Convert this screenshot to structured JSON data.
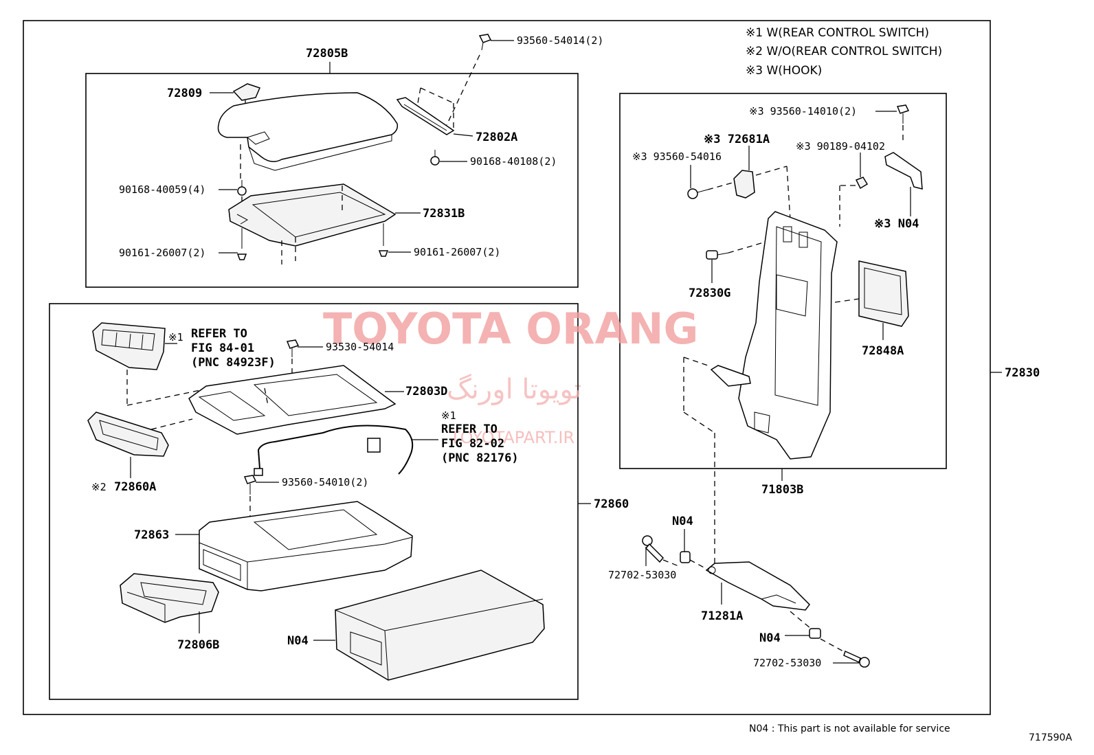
{
  "legend": [
    "※1 W(REAR CONTROL SWITCH)",
    "※2 W/O(REAR CONTROL SWITCH)",
    "※3 W(HOOK)"
  ],
  "watermark": {
    "brand": "TOYOTA ORANG",
    "persian": "تویوتا اورنگ",
    "url": "TOYOTAPART.IR"
  },
  "groups": {
    "lid_assembly": "72805B",
    "lower_assembly": "72860",
    "main_assembly": "72830",
    "frame_assembly": "71803B"
  },
  "parts": {
    "screw_top": "93560-54014(2)",
    "lid_hinge_cover": "72809",
    "hinge": "72802A",
    "bolt_hinge": "90168-40108(2)",
    "bolt_lid": "90168-40059(4)",
    "lid_plate": "72831B",
    "screw_left": "90161-26007(2)",
    "screw_right": "90161-26007(2)",
    "switch_note_mark": "※1",
    "switch_refer_1": "REFER TO",
    "switch_refer_2": "FIG 84-01",
    "switch_refer_3": "(PNC 84923F)",
    "screw_panel": "93530-54014",
    "panel": "72803D",
    "wire_note_mark": "※1",
    "wire_refer_1": "REFER TO",
    "wire_refer_2": "FIG 82-02",
    "wire_refer_3": "(PNC 82176)",
    "tray_mark": "※2",
    "tray": "72860A",
    "screw_box": "93560-54010(2)",
    "box": "72863",
    "cupholder": "72806B",
    "bin": "N04",
    "hook_screw": "※3 93560-14010(2)",
    "hook_part": "※3 72681A",
    "hook_screw_left": "※3 93560-54016",
    "hook_clip": "※3 90189-04102",
    "hook_bracket": "※3 N04",
    "pin": "72830G",
    "cover_plate": "72848A",
    "bushing": "N04",
    "bolt_upper": "72702-53030",
    "bracket": "71281A",
    "bushing_lower": "N04",
    "bolt_lower": "72702-53030"
  },
  "footer": {
    "note": "N04 : This part is not available for service",
    "figure_id": "717590A"
  }
}
